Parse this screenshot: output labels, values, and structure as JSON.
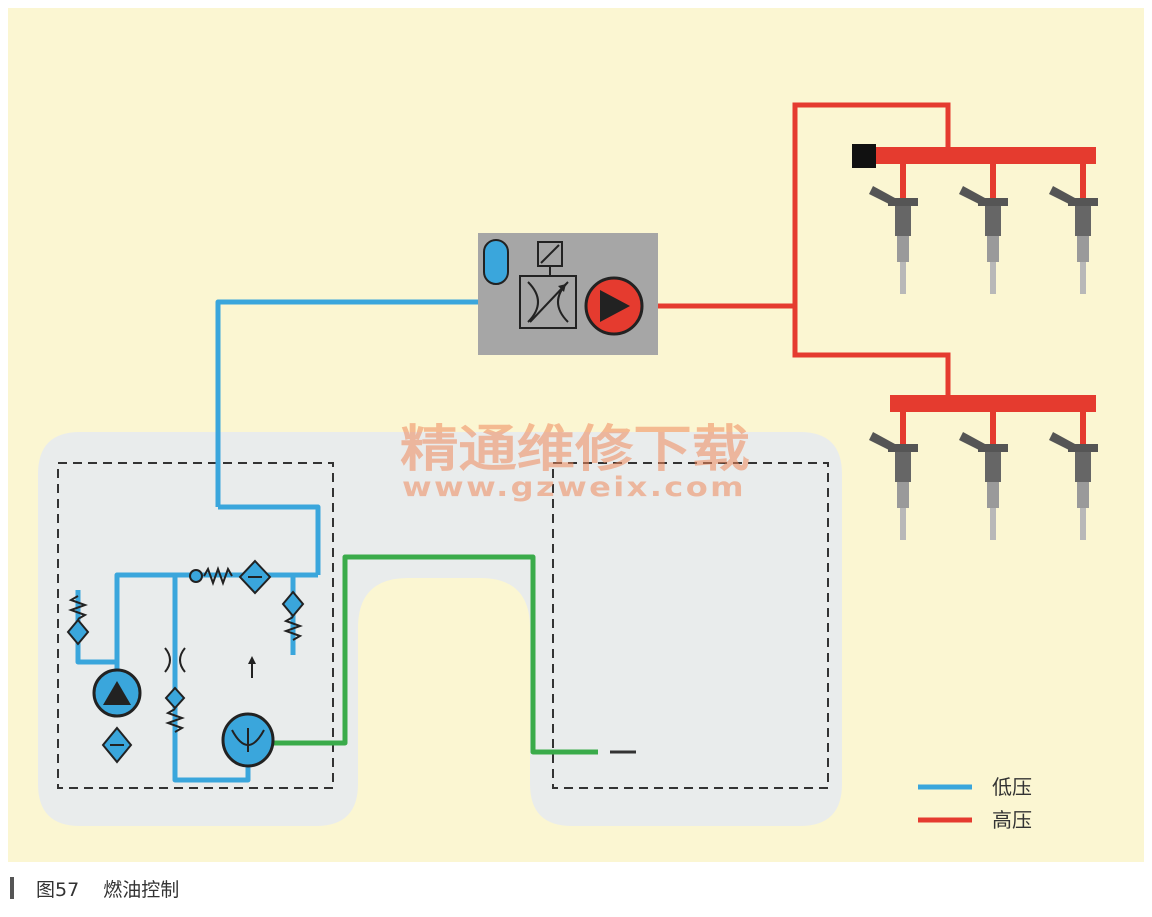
{
  "figure": {
    "number": "图57",
    "title": "燃油控制"
  },
  "legend": {
    "low_pressure": {
      "label": "低压",
      "color": "#3aa6dc"
    },
    "high_pressure": {
      "label": "高压",
      "color": "#e53b2f"
    }
  },
  "watermark": {
    "name": "精通维修下载",
    "url": "www.gzweix.com"
  },
  "colors": {
    "background": "#fbf6d2",
    "tank": "#e9ecec",
    "return_line": "#3aab4a",
    "module": "#a6a6a6"
  },
  "icons": [
    "fuel-injector-icon",
    "pump-icon",
    "solenoid-valve-icon",
    "pressure-damper-icon",
    "filter-icon",
    "check-valve-icon",
    "restrictor-icon",
    "jet-pump-icon"
  ]
}
